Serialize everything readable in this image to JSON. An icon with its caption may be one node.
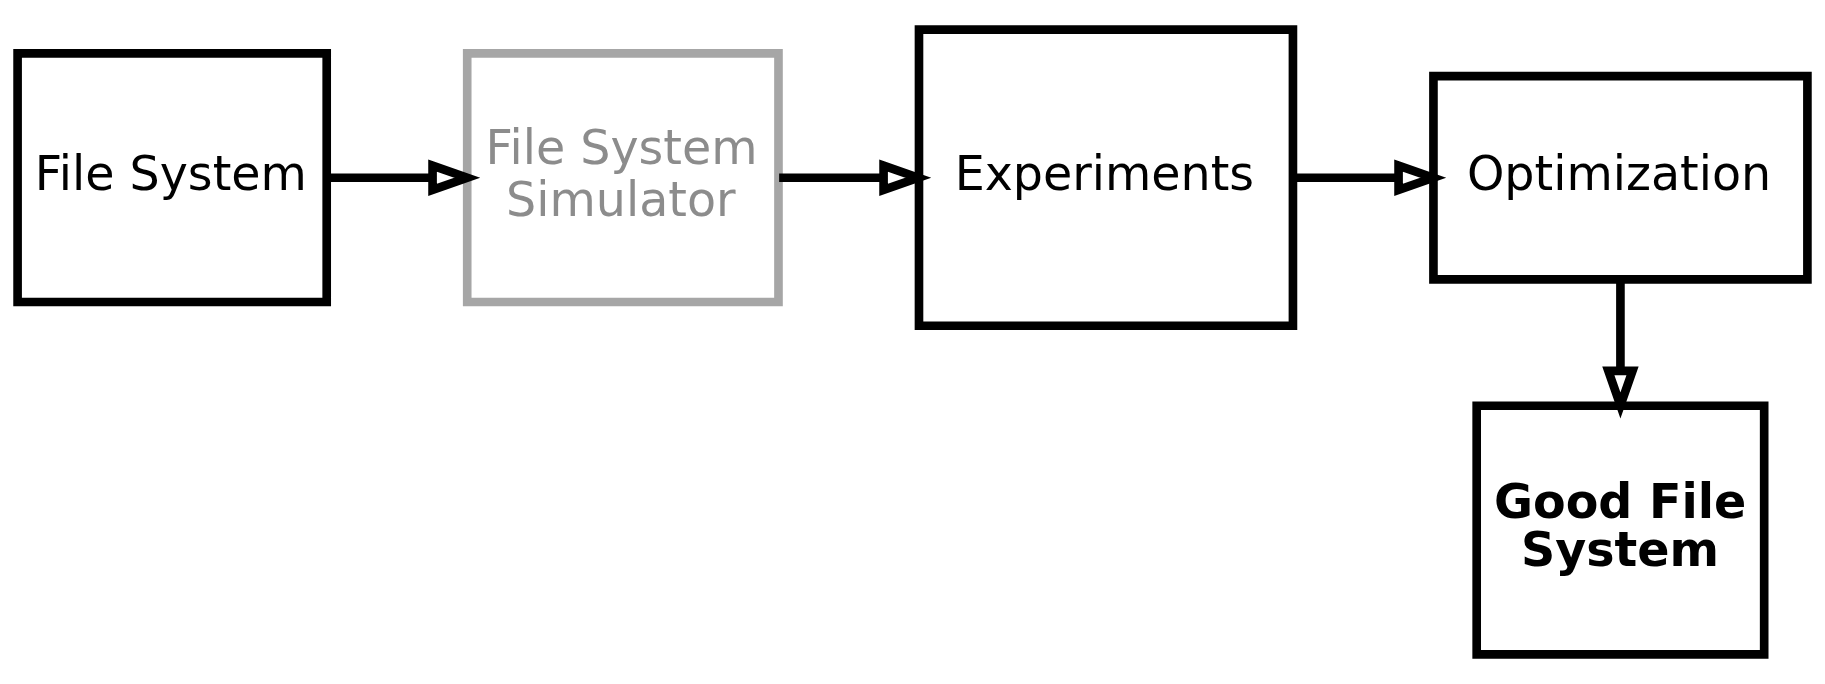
{
  "diagram": {
    "nodes": [
      {
        "text": [
          "File System"
        ]
      },
      {
        "text": [
          "File System Simulator"
        ]
      },
      {
        "text": [
          "Experiments"
        ]
      },
      {
        "text": [
          "Optimization"
        ]
      },
      {
        "text": [
          "Good File System"
        ]
      }
    ],
    "edges": [
      {
        "from": 0,
        "to": 1,
        "arrow": "to"
      },
      {
        "from": 1,
        "to": 2,
        "arrow": "to"
      },
      {
        "from": 2,
        "to": 3,
        "arrow": "to"
      },
      {
        "from": 3,
        "to": 4,
        "arrow": "to"
      }
    ]
  }
}
